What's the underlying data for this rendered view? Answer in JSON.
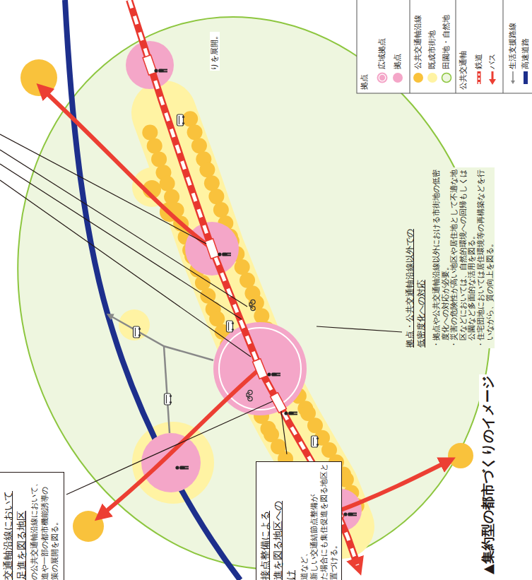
{
  "diagram": {
    "caption": "▲集約型の都市づくりのイメージ",
    "nodes": [
      {
        "text": [
          "交通軸沿線において 足進を図る地区",
          "の公共交通軸沿線において、 進や一部の都市機能誘導の 策の展開を図る。"
        ]
      },
      {
        "text": [
          "接点整備による 進を図る地区への け",
          "道など、新しい交通結節点整備が た場合にも集住促進を図る地区と 置づける。"
        ]
      }
    ],
    "labels": [
      "りを展開。",
      "拠点・公共交通軸沿線以外での 低密度化への対応",
      "・拠点や公共交通軸沿線以外における市街地の低密度化への対応が必要。",
      "・災害の危険性が高い地区や居住地として不適な地区などにおいては、自然的環境への回帰もしくは公園など多面的な活用を図る。",
      "・住宅団地においては居住環境等の再構築などを行いながら、質の向上を図る。",
      "拠点",
      "公共交通軸"
    ],
    "legend": [
      {
        "text": "広域拠点"
      },
      {
        "text": "拠点",
        "color": "#f4a6c8"
      },
      {
        "text": "公共交通軸沿線",
        "color": "#f9c23c"
      },
      {
        "text": "既成市街地",
        "color": "#fff3a3"
      },
      {
        "text": "田園地・自然地"
      },
      {
        "text": "鉄道"
      },
      {
        "text": "バス"
      },
      {
        "text": "生活支援路線"
      },
      {
        "text": "高速道路"
      }
    ]
  }
}
